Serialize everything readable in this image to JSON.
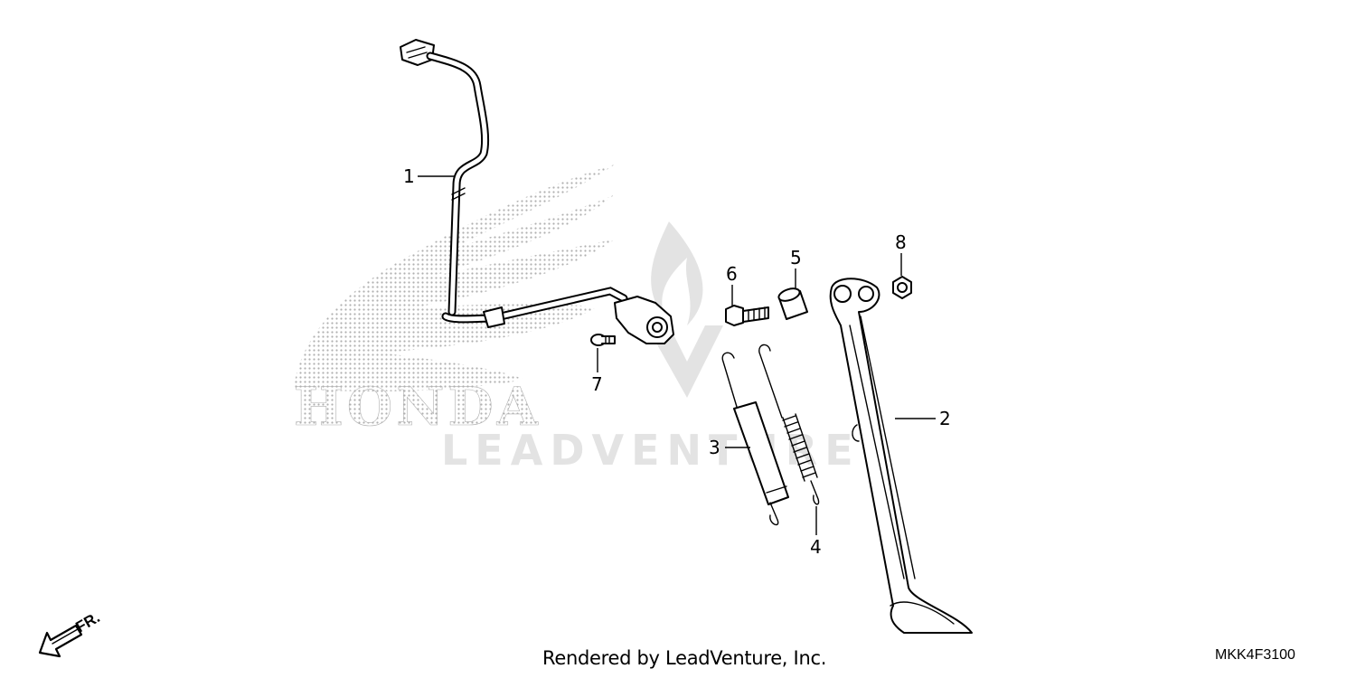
{
  "footer": {
    "credit": "Rendered by LeadVenture, Inc.",
    "diagram_code": "MKK4F3100"
  },
  "direction_indicator": {
    "label": "FR."
  },
  "watermark": {
    "brand": "HONDA",
    "vendor": "LEADVENTURE"
  },
  "callouts": [
    "1",
    "2",
    "3",
    "4",
    "5",
    "6",
    "7",
    "8"
  ],
  "colors": {
    "line": "#000000",
    "watermark": "#d9d9d9",
    "dots": "#bdbdbd"
  }
}
